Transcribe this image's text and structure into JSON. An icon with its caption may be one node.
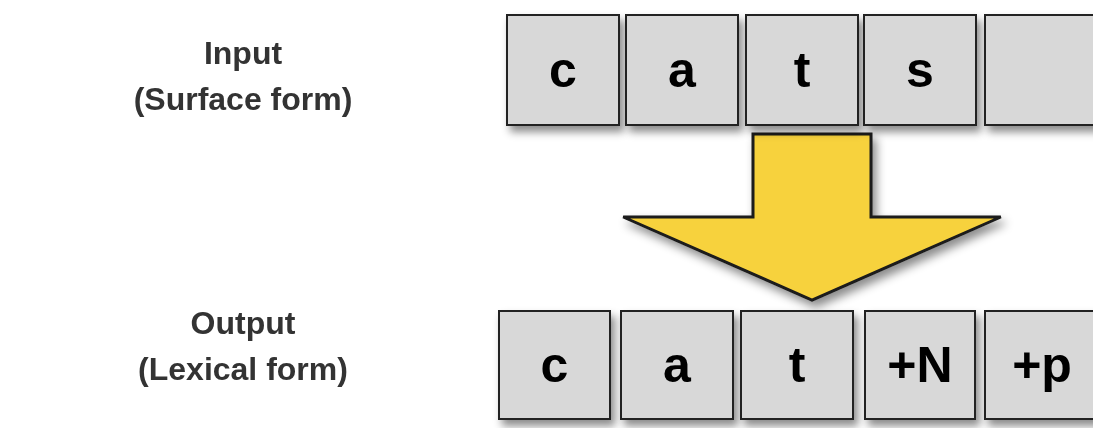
{
  "diagram": {
    "nodes": [
      {
        "text": [
          "c"
        ]
      },
      {
        "text": [
          "a"
        ]
      },
      {
        "text": [
          "t"
        ]
      },
      {
        "text": [
          "s"
        ]
      },
      {
        "text": [],
        "shape": "box"
      },
      {
        "text": [
          "c"
        ]
      },
      {
        "text": [
          "a"
        ]
      },
      {
        "text": [
          "t"
        ]
      },
      {
        "text": [
          "+N"
        ]
      },
      {
        "text": [
          "+p"
        ]
      }
    ],
    "edges": [
      {
        "from": 2,
        "to": 7,
        "arrow": "to",
        "style": "thick",
        "color": "#f7d23e"
      }
    ],
    "labels": [
      "Input (Surface form)",
      "Output (Lexical form)"
    ]
  }
}
